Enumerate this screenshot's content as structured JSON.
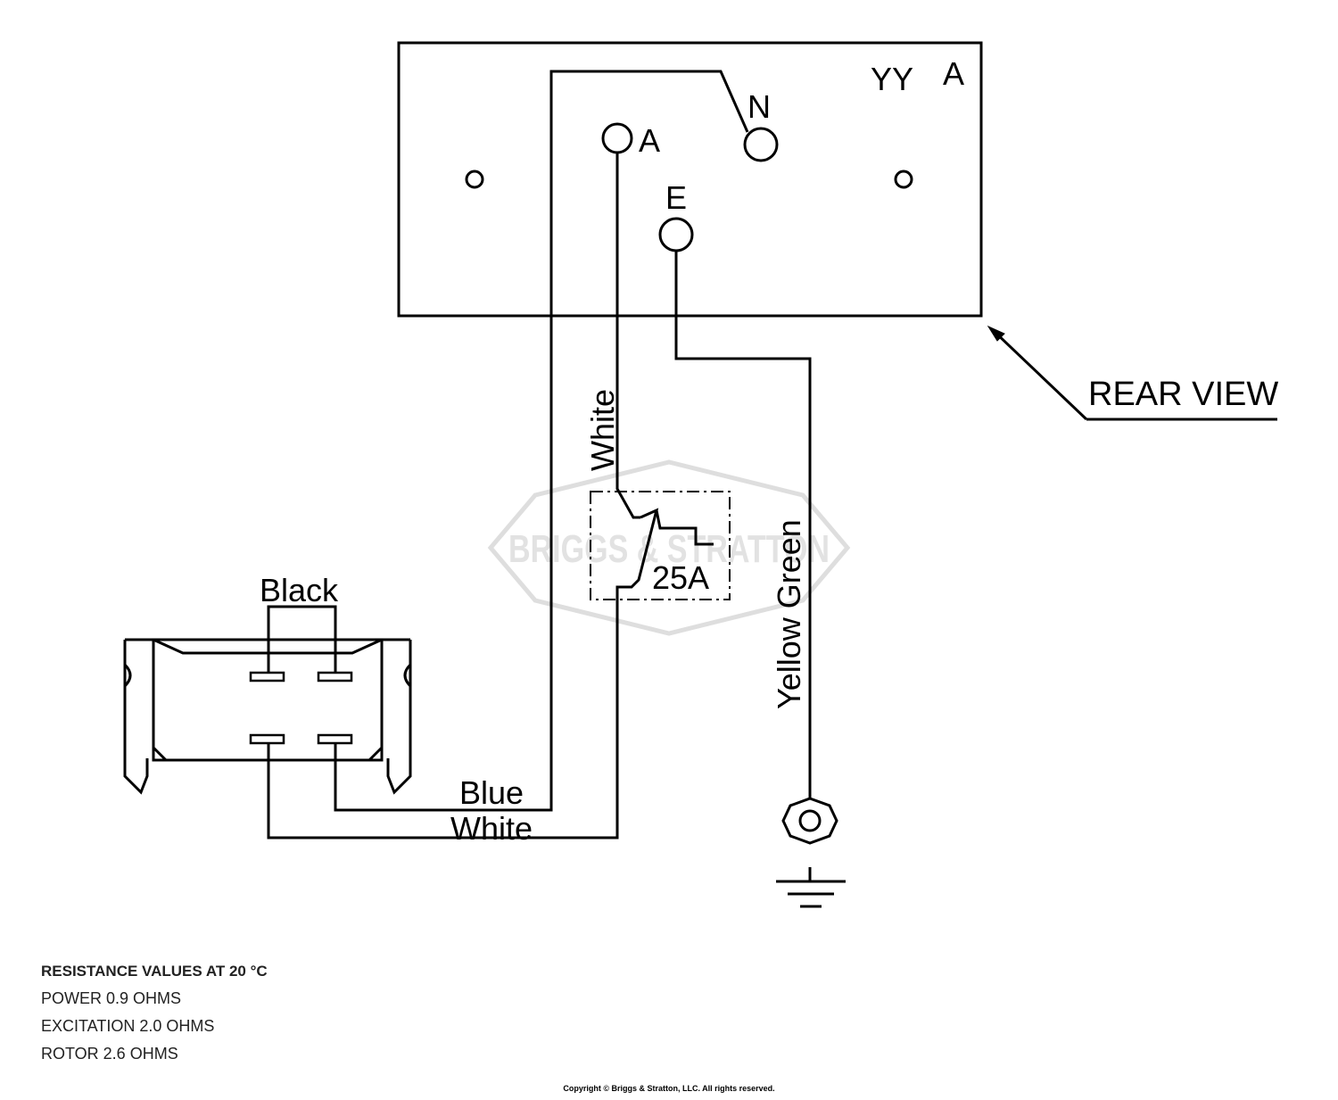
{
  "labels": {
    "panel_code": "YY",
    "panel_letter": "A",
    "terminal_n": "N",
    "terminal_a": "A",
    "terminal_e": "E",
    "rear_view": "REAR VIEW",
    "wire_white_vertical": "White",
    "wire_yellow_green": "Yellow Green",
    "breaker_rating": "25A",
    "wire_black": "Black",
    "wire_blue": "Blue",
    "wire_white_bottom": "White"
  },
  "watermark": "BRIGGS & STRATTON",
  "notes": {
    "title": "RESISTANCE VALUES AT 20 °C",
    "lines": [
      "POWER 0.9 OHMS",
      "EXCITATION 2.0 OHMS",
      "ROTOR 2.6 OHMS"
    ]
  },
  "copyright": "Copyright © Briggs & Stratton, LLC. All rights reserved.",
  "colors": {
    "line": "#000000",
    "watermark": "#dcdcdc",
    "background": "#ffffff"
  }
}
